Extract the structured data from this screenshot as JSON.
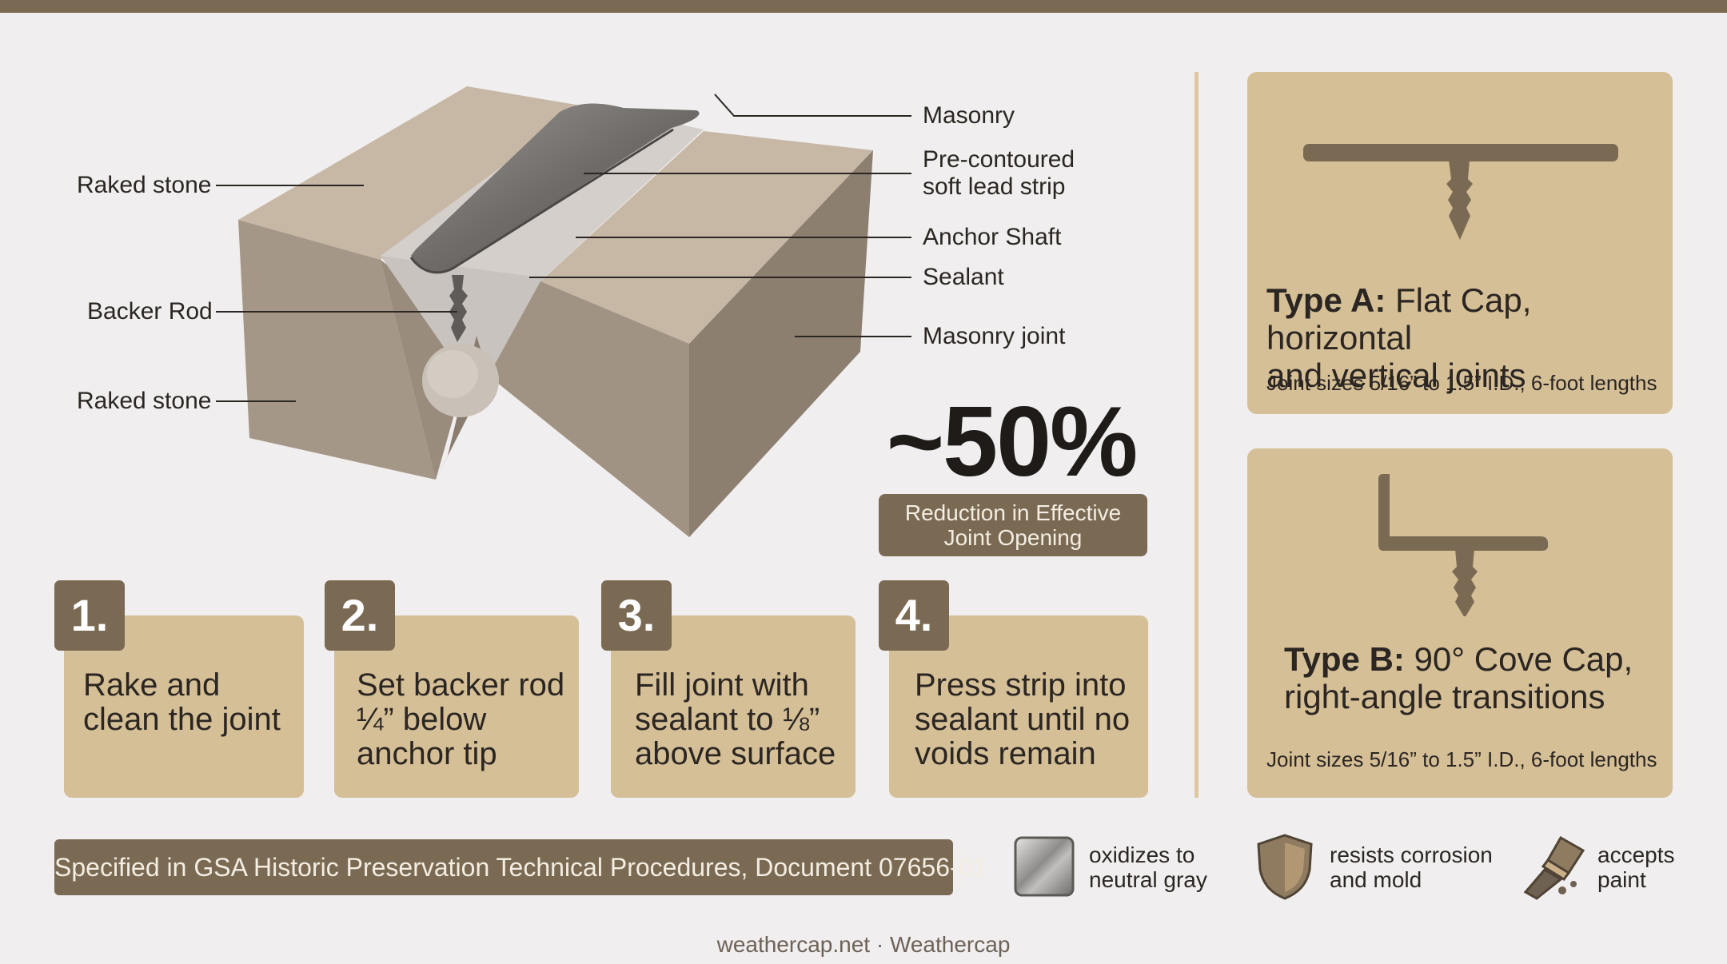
{
  "callouts": {
    "masonry": "Masonry",
    "lead_strip_line1": "Pre-contoured",
    "lead_strip_line2": "soft lead strip",
    "anchor_shaft": "Anchor Shaft",
    "sealant": "Sealant",
    "masonry_joint": "Masonry joint",
    "raked_stone_top": "Raked stone",
    "backer_rod": "Backer Rod",
    "raked_stone_bottom": "Raked stone"
  },
  "stat": {
    "value": "~50%",
    "label_line1": "Reduction in Effective",
    "label_line2": "Joint Opening"
  },
  "steps": [
    {
      "number": "1.",
      "lines": [
        "Rake and",
        "clean the joint"
      ]
    },
    {
      "number": "2.",
      "lines": [
        "Set backer rod",
        "¼” below",
        "anchor tip"
      ]
    },
    {
      "number": "3.",
      "lines": [
        "Fill joint with",
        "sealant to ⅛”",
        "above surface"
      ]
    },
    {
      "number": "4.",
      "lines": [
        "Press strip into",
        "sealant until no",
        "voids remain"
      ]
    }
  ],
  "types": [
    {
      "name": "Type A:",
      "line1_rest": " Flat Cap, horizontal",
      "line2": "and vertical joints",
      "note": "Joint sizes 5/16” to 1.5” I.D., 6-foot lengths",
      "icon": "flat-cap-profile-icon"
    },
    {
      "name": "Type B:",
      "line1_rest": " 90° Cove Cap,",
      "line2": "right-angle transitions",
      "note": "Joint sizes 5/16” to 1.5” I.D., 6-foot lengths",
      "icon": "cove-cap-profile-icon"
    }
  ],
  "spec": "Specified in GSA Historic Preservation Technical Procedures, Document 07656-01",
  "features": [
    {
      "icon": "gray-metal-swatch-icon",
      "line1": "oxidizes to",
      "line2": "neutral gray"
    },
    {
      "icon": "shield-icon",
      "line1": "resists corrosion",
      "line2": "and mold"
    },
    {
      "icon": "paintbrush-icon",
      "line1": "accepts",
      "line2": "paint"
    }
  ],
  "footer": "weathercap.net · Weathercap",
  "colors": {
    "accent": "#7b6a53",
    "card": "#d5bf97",
    "background": "#f0eeee",
    "stone_top": "#c7b8a6",
    "lead": "#76726f"
  }
}
